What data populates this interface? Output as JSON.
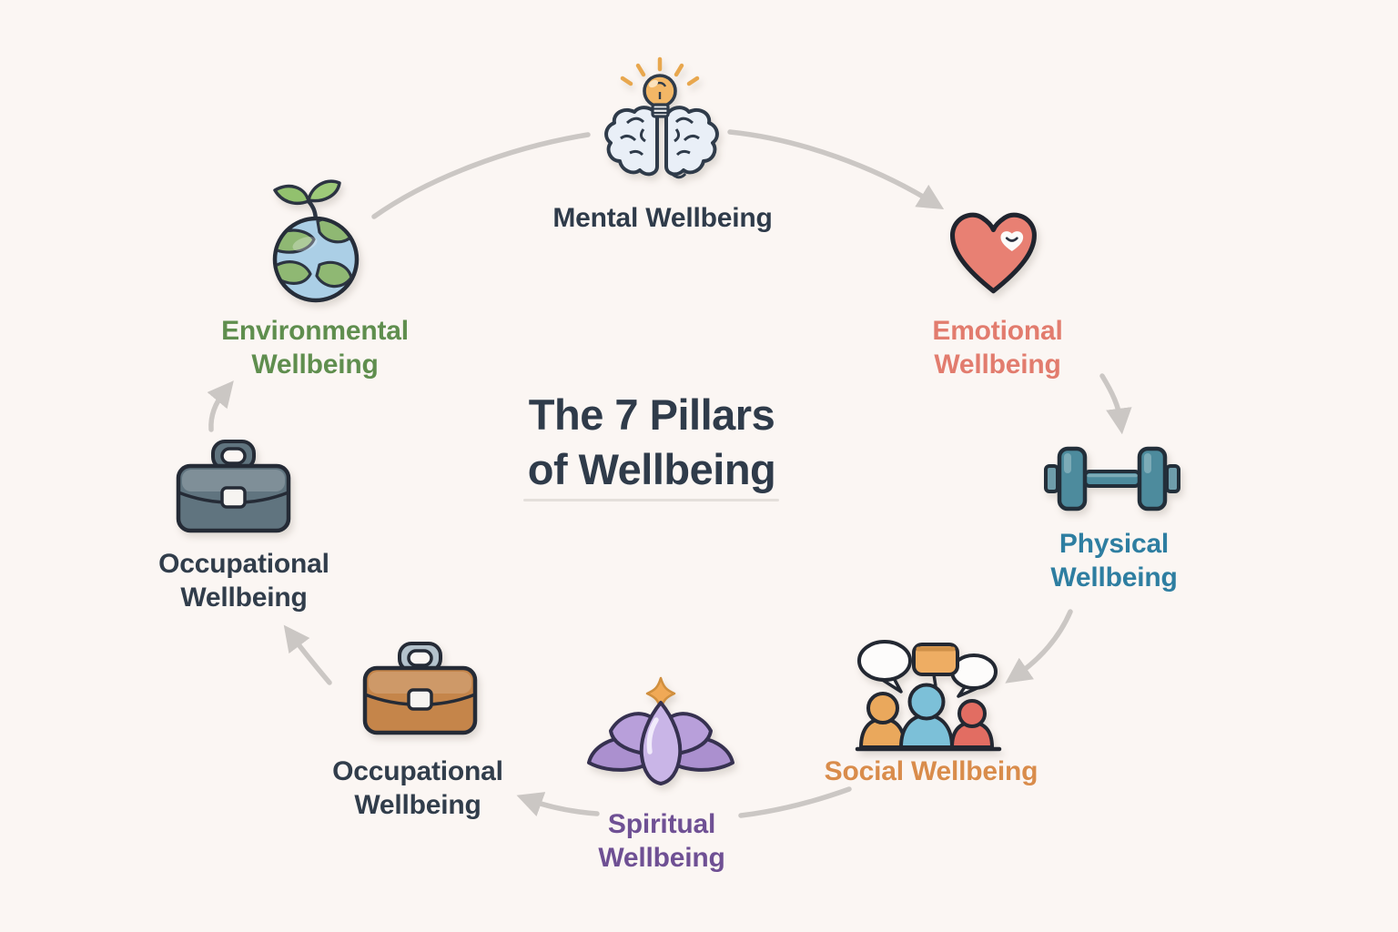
{
  "background_color": "#fbf6f3",
  "arrow_color": "#cbc7c4",
  "title": {
    "line1": "The 7 Pillars",
    "line2": "of Wellbeing",
    "color": "#2f3b4a"
  },
  "pillars": [
    {
      "name": "mental",
      "label": "Mental Wellbeing",
      "color": "#2f3b4a",
      "icon": "brain-lightbulb-icon"
    },
    {
      "name": "emotional",
      "label": "Emotional Wellbeing",
      "color": "#e27c6e",
      "icon": "heart-icon"
    },
    {
      "name": "physical",
      "label": "Physical Wellbeing",
      "color": "#2e7ea1",
      "icon": "dumbbell-icon"
    },
    {
      "name": "social",
      "label": "Social Wellbeing",
      "color": "#d98c4b",
      "icon": "people-chat-icon"
    },
    {
      "name": "spiritual",
      "label": "Spiritual Wellbeing",
      "color": "#6f5094",
      "icon": "lotus-icon"
    },
    {
      "name": "occupational-bottom",
      "label": "Occupational Wellbeing",
      "color": "#313d4b",
      "icon": "briefcase-brown-icon"
    },
    {
      "name": "occupational-left",
      "label": "Occupational Wellbeing",
      "color": "#313d4b",
      "icon": "briefcase-gray-icon"
    },
    {
      "name": "environmental",
      "label": "Environmental Wellbeing",
      "color": "#5f8e4e",
      "icon": "earth-sprout-icon"
    }
  ],
  "icon_colors": {
    "bulb_orange": "#f3b766",
    "heart_red": "#e88073",
    "dumbbell_teal": "#4d8b9d",
    "person_orange": "#eaa85c",
    "person_blue": "#7cc0d8",
    "person_red": "#e26d62",
    "lotus_purple": "#c9b5e7",
    "star_orange": "#f0a956",
    "briefcase_brown": "#c5854a",
    "briefcase_gray": "#60747f",
    "earth_water": "#abcfe6",
    "earth_land": "#8fb873"
  }
}
